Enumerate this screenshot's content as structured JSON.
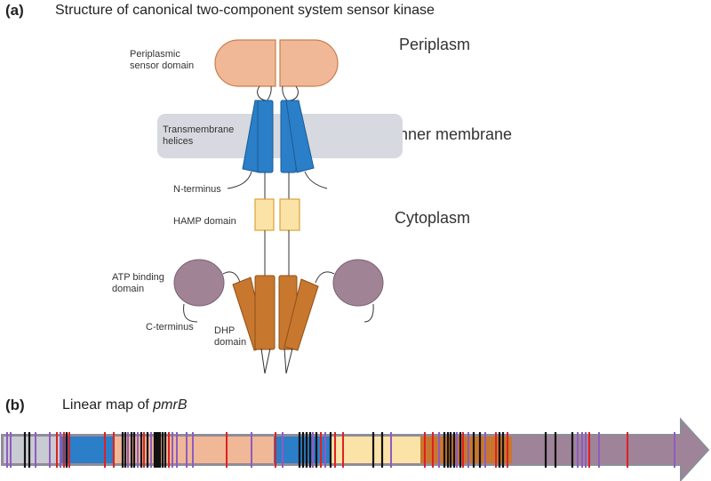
{
  "panel_a": {
    "letter": "(a)",
    "title": "Structure of canonical two-component system sensor kinase",
    "regions": {
      "periplasm": "Periplasm",
      "inner_membrane": "Inner membrane",
      "cytoplasm": "Cytoplasm"
    },
    "labels": {
      "periplasmic_line1": "Periplasmic",
      "periplasmic_line2": "sensor domain",
      "transmembrane_line1": "Transmembrane",
      "transmembrane_line2": "helices",
      "n_terminus": "N-terminus",
      "hamp": "HAMP domain",
      "atp_line1": "ATP binding",
      "atp_line2": "domain",
      "c_terminus": "C-terminus",
      "dhp_line1": "DHP",
      "dhp_line2": "domain"
    }
  },
  "panel_b": {
    "letter": "(b)",
    "title_prefix": "Linear map of ",
    "gene": "pmrB"
  },
  "colors": {
    "periplasmic": "#f0b896",
    "transmembrane": "#2b7ec8",
    "membrane": "#d6d9df",
    "hamp": "#fbe3a8",
    "atp": "#a08496",
    "dhp": "#c8772e",
    "map_red": "#e02020",
    "map_black": "#111111",
    "map_purple": "#8e5cc0"
  }
}
